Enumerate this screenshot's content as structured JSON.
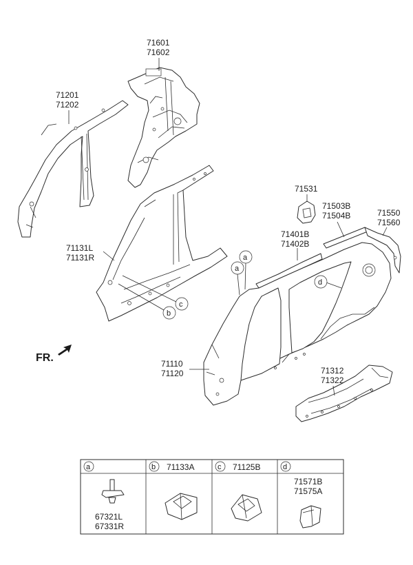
{
  "callouts": {
    "p71601": "71601",
    "p71602": "71602",
    "p71201": "71201",
    "p71202": "71202",
    "p71131L": "71131L",
    "p71131R": "71131R",
    "p71531": "71531",
    "p71503B": "71503B",
    "p71504B": "71504B",
    "p71550": "71550",
    "p71560": "71560",
    "p71401B": "71401B",
    "p71402B": "71402B",
    "p71110": "71110",
    "p71120": "71120",
    "p71312": "71312",
    "p71322": "71322"
  },
  "markers": {
    "a": "a",
    "b": "b",
    "c": "c",
    "d": "d"
  },
  "front_indicator": "FR.",
  "table": {
    "headers": [
      {
        "letter": "a",
        "part": ""
      },
      {
        "letter": "b",
        "part": "71133A"
      },
      {
        "letter": "c",
        "part": "71125B"
      },
      {
        "letter": "d",
        "part": ""
      }
    ],
    "cells": {
      "a_line1": "67321L",
      "a_line2": "67331R",
      "d_line1": "71571B",
      "d_line2": "71575A"
    }
  }
}
